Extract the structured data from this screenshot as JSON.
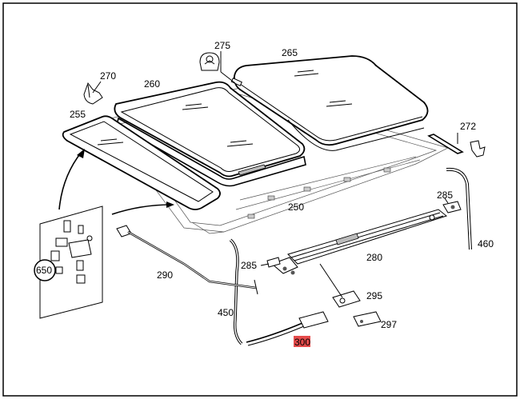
{
  "diagram": {
    "callouts": [
      {
        "id": "c275",
        "label": "275"
      },
      {
        "id": "c265",
        "label": "265"
      },
      {
        "id": "c270",
        "label": "270"
      },
      {
        "id": "c260",
        "label": "260"
      },
      {
        "id": "c255",
        "label": "255"
      },
      {
        "id": "c272",
        "label": "272"
      },
      {
        "id": "c285a",
        "label": "285"
      },
      {
        "id": "c250",
        "label": "250"
      },
      {
        "id": "c460",
        "label": "460"
      },
      {
        "id": "c280",
        "label": "280"
      },
      {
        "id": "c285b",
        "label": "285"
      },
      {
        "id": "c290",
        "label": "290"
      },
      {
        "id": "c650",
        "label": "650"
      },
      {
        "id": "c295",
        "label": "295"
      },
      {
        "id": "c450",
        "label": "450"
      },
      {
        "id": "c297",
        "label": "297"
      },
      {
        "id": "c300",
        "label": "300"
      }
    ],
    "highlight_label": "300",
    "highlight_color": "#e54b4b"
  }
}
